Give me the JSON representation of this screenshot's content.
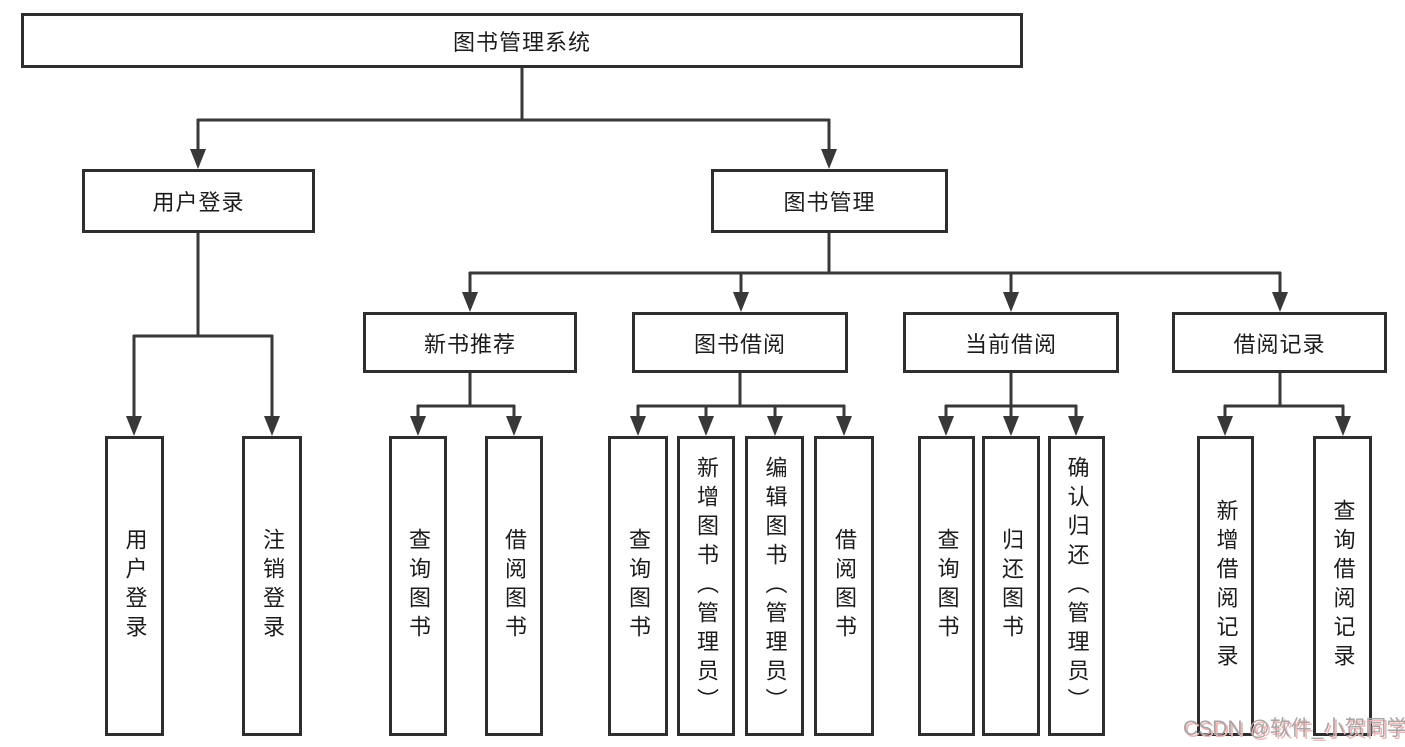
{
  "tree": {
    "label": "图书管理系统",
    "children": [
      {
        "label": "用户登录",
        "children": [
          {
            "label": "用户登录"
          },
          {
            "label": "注销登录"
          }
        ]
      },
      {
        "label": "图书管理",
        "children": [
          {
            "label": "新书推荐",
            "children": [
              {
                "label": "查询图书"
              },
              {
                "label": "借阅图书"
              }
            ]
          },
          {
            "label": "图书借阅",
            "children": [
              {
                "label": "查询图书"
              },
              {
                "label": "新增图书（管理员）"
              },
              {
                "label": "编辑图书（管理员）"
              },
              {
                "label": "借阅图书"
              }
            ]
          },
          {
            "label": "当前借阅",
            "children": [
              {
                "label": "查询图书"
              },
              {
                "label": "归还图书"
              },
              {
                "label": "确认归还（管理员）"
              }
            ]
          },
          {
            "label": "借阅记录",
            "children": [
              {
                "label": "新增借阅记录"
              },
              {
                "label": "查询借阅记录"
              }
            ]
          }
        ]
      }
    ]
  },
  "watermark": {
    "text": "CSDN @软件_小贺同学"
  },
  "colors": {
    "line": "#383838",
    "box_border": "#2e2e2e",
    "text": "#1c1c1c",
    "background": "#ffffff",
    "watermark_text": "#a6a6a6",
    "watermark_shadow": "#f0b4b4"
  }
}
